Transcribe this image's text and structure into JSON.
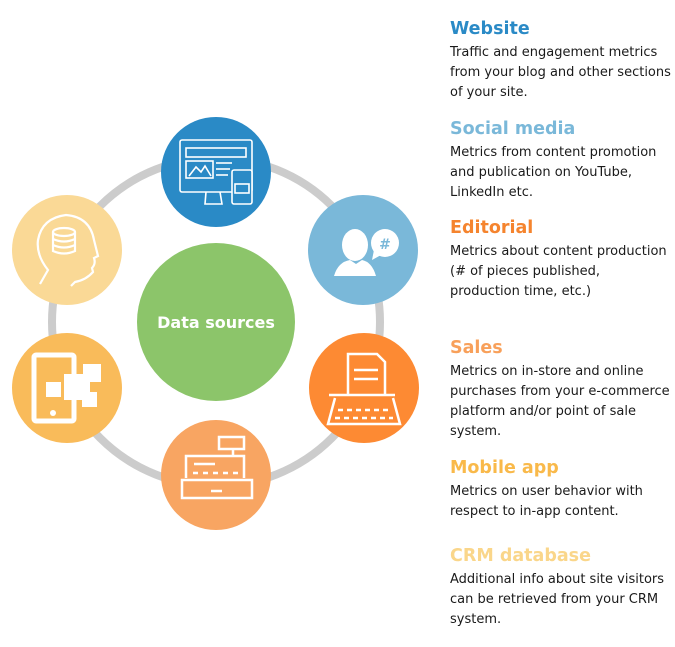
{
  "center": {
    "label": "Data sources",
    "color": "#8cc56a"
  },
  "ring_color": "#cccccc",
  "sources": [
    {
      "title": "Website",
      "description": "Traffic and engagement metrics from your blog and other sections of your site.",
      "color": "#2a8ac6",
      "circle_color": "#2a8ac6",
      "icon": "website-devices-icon"
    },
    {
      "title": "Social media",
      "description": "Metrics from content promotion and publication on YouTube, LinkedIn etc.",
      "color": "#7ab8d9",
      "circle_color": "#7ab8d9",
      "icon": "user-hashtag-icon"
    },
    {
      "title": "Editorial",
      "description": "Metrics about content production (# of pieces published, production time, etc.)",
      "color": "#f5842e",
      "circle_color": "#fd8a33",
      "icon": "typewriter-icon"
    },
    {
      "title": "Sales",
      "description": "Metrics on in-store and online purchases from your e-commerce platform and/or point of sale system.",
      "color": "#f8a05a",
      "circle_color": "#f8a562",
      "icon": "cash-register-icon"
    },
    {
      "title": "Mobile app",
      "description": "Metrics on user behavior with respect to in-app content.",
      "color": "#f9b94a",
      "circle_color": "#f9bb5a",
      "icon": "mobile-app-icon"
    },
    {
      "title": "CRM database",
      "description": "Additional info about site visitors can be retrieved from your CRM system.",
      "color": "#fad68a",
      "circle_color": "#fad996",
      "icon": "head-database-icon"
    }
  ]
}
